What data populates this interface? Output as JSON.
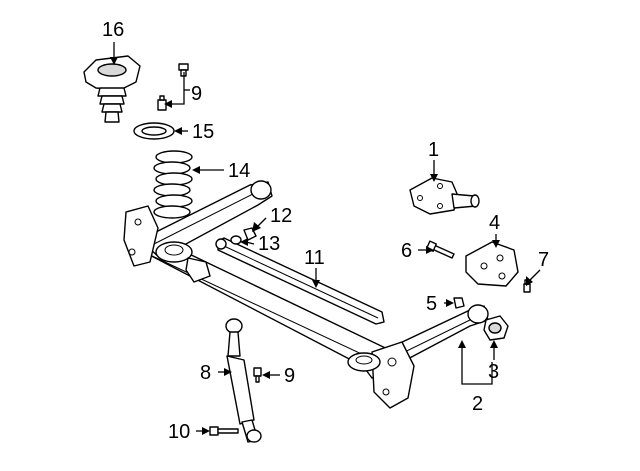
{
  "callouts": {
    "c1": "1",
    "c2": "2",
    "c3": "3",
    "c4": "4",
    "c5": "5",
    "c6": "6",
    "c7": "7",
    "c8": "8",
    "c9a": "9",
    "c9b": "9",
    "c10": "10",
    "c11": "11",
    "c12": "12",
    "c13": "13",
    "c14": "14",
    "c15": "15",
    "c16": "16"
  },
  "colors": {
    "ink": "#000000",
    "background": "#ffffff",
    "shade": "#d9d9d9"
  }
}
